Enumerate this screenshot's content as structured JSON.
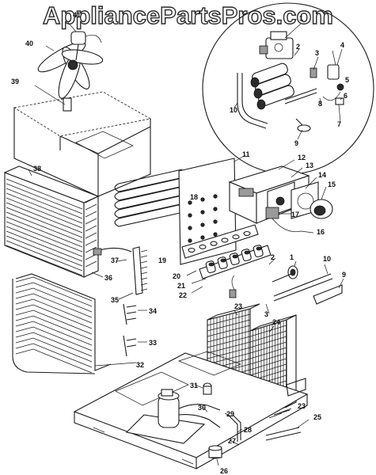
{
  "watermark": "AppliancePartsPros.com",
  "callouts": [
    {
      "id": "c1a",
      "label": "1"
    },
    {
      "id": "c2a",
      "label": "2"
    },
    {
      "id": "c3a",
      "label": "3"
    },
    {
      "id": "c4a",
      "label": "4"
    },
    {
      "id": "c5a",
      "label": "5"
    },
    {
      "id": "c6a",
      "label": "6"
    },
    {
      "id": "c7a",
      "label": "7"
    },
    {
      "id": "c8a",
      "label": "8"
    },
    {
      "id": "c9a",
      "label": "9"
    },
    {
      "id": "c10a",
      "label": "10"
    },
    {
      "id": "c1b",
      "label": "1"
    },
    {
      "id": "c2b",
      "label": "2"
    },
    {
      "id": "c3b",
      "label": "3"
    },
    {
      "id": "c9b",
      "label": "9"
    },
    {
      "id": "c10b",
      "label": "10"
    },
    {
      "id": "c11",
      "label": "11"
    },
    {
      "id": "c12",
      "label": "12"
    },
    {
      "id": "c13",
      "label": "13"
    },
    {
      "id": "c14",
      "label": "14"
    },
    {
      "id": "c15",
      "label": "15"
    },
    {
      "id": "c16",
      "label": "16"
    },
    {
      "id": "c17",
      "label": "17"
    },
    {
      "id": "c18",
      "label": "18"
    },
    {
      "id": "c19",
      "label": "19"
    },
    {
      "id": "c20",
      "label": "20"
    },
    {
      "id": "c21",
      "label": "21"
    },
    {
      "id": "c22",
      "label": "22"
    },
    {
      "id": "c23a",
      "label": "23"
    },
    {
      "id": "c23b",
      "label": "23"
    },
    {
      "id": "c24",
      "label": "24"
    },
    {
      "id": "c25",
      "label": "25"
    },
    {
      "id": "c26",
      "label": "26"
    },
    {
      "id": "c27",
      "label": "27"
    },
    {
      "id": "c28",
      "label": "28"
    },
    {
      "id": "c29",
      "label": "29"
    },
    {
      "id": "c30",
      "label": "30"
    },
    {
      "id": "c31",
      "label": "31"
    },
    {
      "id": "c32",
      "label": "32"
    },
    {
      "id": "c33",
      "label": "33"
    },
    {
      "id": "c34",
      "label": "34"
    },
    {
      "id": "c35",
      "label": "35"
    },
    {
      "id": "c36",
      "label": "36"
    },
    {
      "id": "c37",
      "label": "37"
    },
    {
      "id": "c38",
      "label": "38"
    },
    {
      "id": "c39",
      "label": "39"
    },
    {
      "id": "c40",
      "label": "40"
    },
    {
      "id": "c41",
      "label": "41"
    }
  ]
}
